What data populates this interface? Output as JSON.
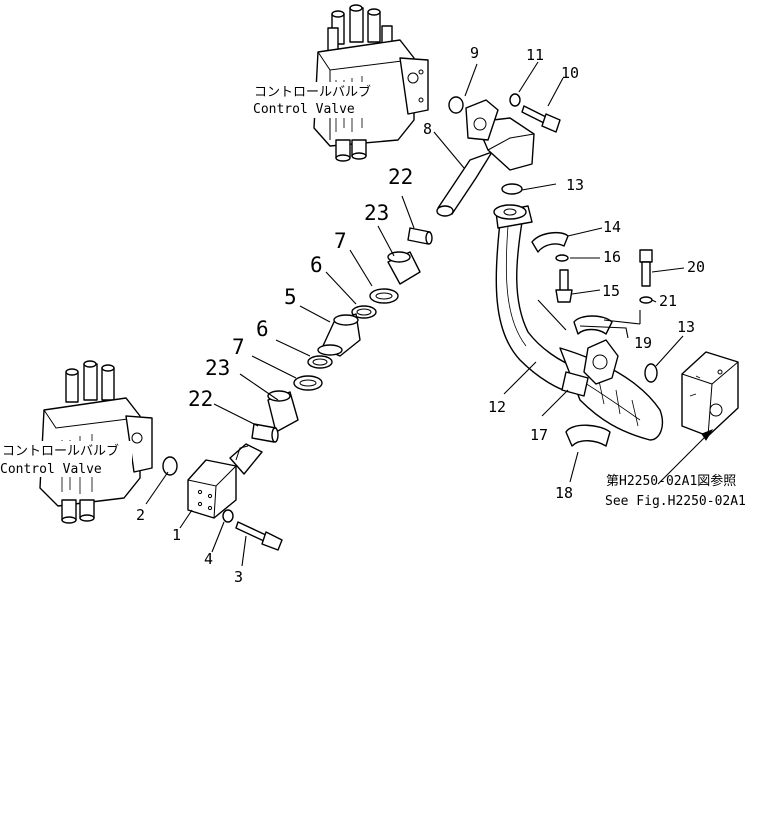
{
  "callouts": {
    "c1": "1",
    "c2": "2",
    "c3": "3",
    "c4": "4",
    "c5": "5",
    "c6a": "6",
    "c6b": "6",
    "c7a": "7",
    "c7b": "7",
    "c8": "8",
    "c9": "9",
    "c10": "10",
    "c11": "11",
    "c12": "12",
    "c13a": "13",
    "c13b": "13",
    "c14": "14",
    "c15": "15",
    "c16": "16",
    "c17": "17",
    "c18": "18",
    "c19": "19",
    "c20": "20",
    "c21": "21",
    "c22a": "22",
    "c22b": "22",
    "c23a": "23",
    "c23b": "23"
  },
  "labels": {
    "valve_top_jp": "コントロールバルブ",
    "valve_top_en": "Control Valve",
    "valve_left_jp": "コントロールバルブ",
    "valve_left_en": "Control Valve",
    "ref_jp": "第H2250-02A1図参照",
    "ref_en": "See Fig.H2250-02A1"
  }
}
